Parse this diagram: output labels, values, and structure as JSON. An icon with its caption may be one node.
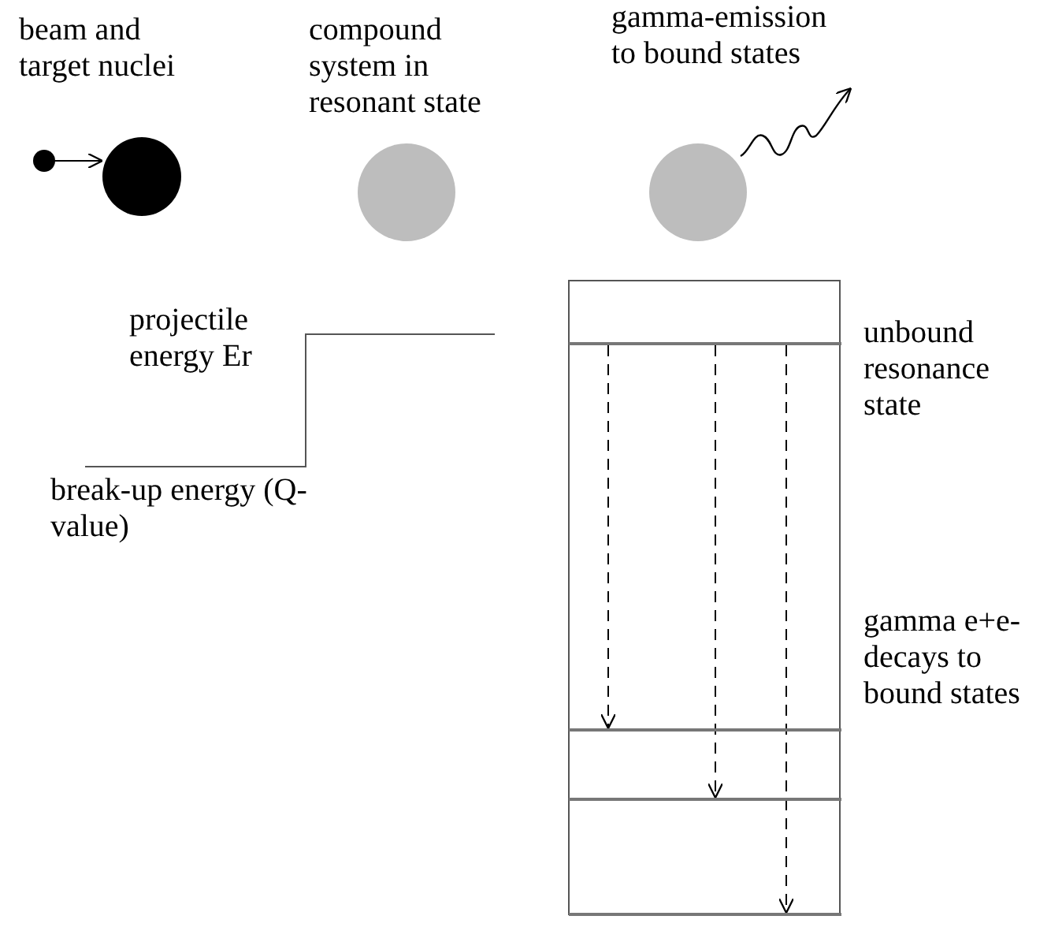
{
  "diagram": {
    "nodes": [
      {
        "text": [],
        "shape": "circle"
      },
      {
        "text": [],
        "shape": "circle"
      },
      {
        "text": [],
        "shape": "circle"
      },
      {
        "text": [],
        "shape": "circle"
      },
      {
        "text": [],
        "shape": "bar"
      },
      {
        "text": [],
        "shape": "bar"
      },
      {
        "text": [],
        "shape": "bar"
      },
      {
        "text": [],
        "shape": "bar"
      }
    ],
    "edges": [
      {
        "from": 0,
        "to": 1,
        "arrow": "to"
      },
      {
        "from": 4,
        "to": 5,
        "arrow": "to",
        "style": "dashed"
      },
      {
        "from": 4,
        "to": 6,
        "arrow": "to",
        "style": "dashed"
      },
      {
        "from": 4,
        "to": 7,
        "arrow": "to",
        "style": "dashed"
      }
    ],
    "labels": [
      "beam and target nuclei",
      "compound system in resonant state",
      "gamma-emission to bound states",
      "projectile energy Er",
      "unbound resonance state",
      "break-up energy (Q-value)",
      "gamma e+e- decays to bound states"
    ]
  }
}
